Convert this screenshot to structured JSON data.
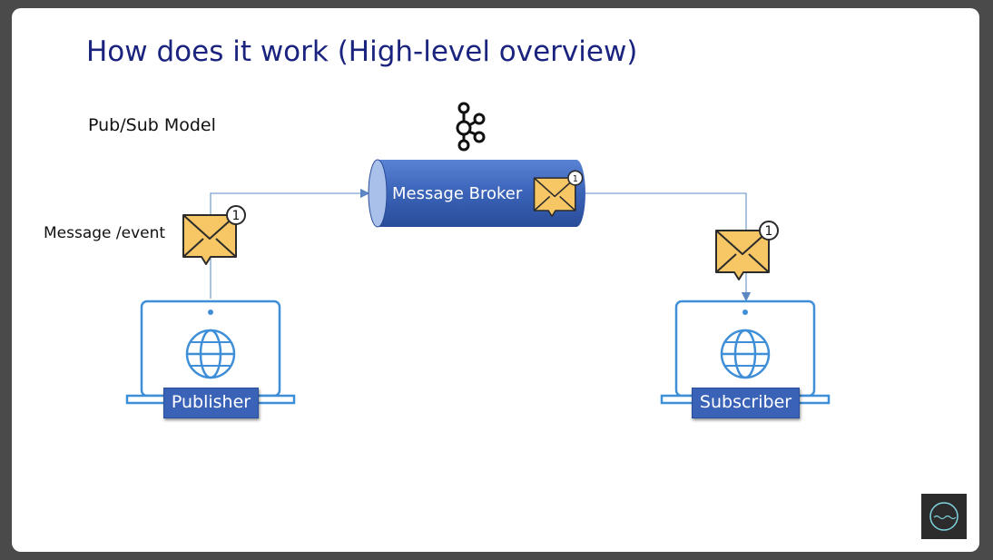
{
  "slide": {
    "title": "How does it work (High-level overview)",
    "subtitle": "Pub/Sub Model",
    "message_label": "Message /event"
  },
  "broker": {
    "label": "Message Broker",
    "icon": "kafka-logo-icon"
  },
  "publisher": {
    "label": "Publisher",
    "icon": "laptop-globe-icon"
  },
  "subscriber": {
    "label": "Subscriber",
    "icon": "laptop-globe-icon"
  },
  "envelope_badge": "1",
  "colors": {
    "title": "#1a237e",
    "broker_fill": "#3a63b8",
    "envelope_fill": "#f7c766",
    "laptop_stroke": "#3f8fd8",
    "arrow": "#7da3cf"
  }
}
